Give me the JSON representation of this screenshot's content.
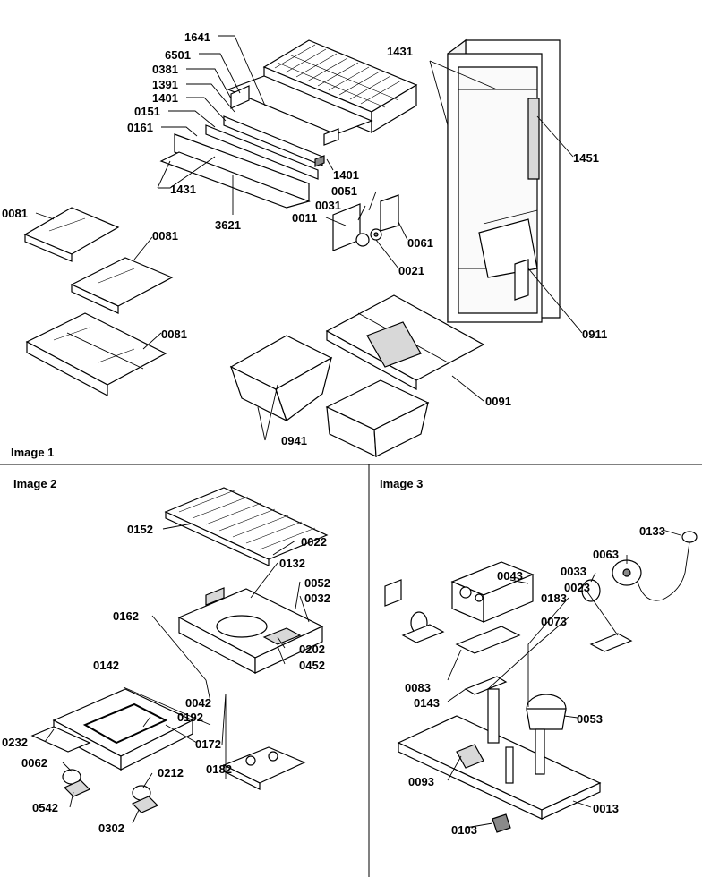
{
  "panels": [
    {
      "id": "image1",
      "title": "Image 1"
    },
    {
      "id": "image2",
      "title": "Image 2"
    },
    {
      "id": "image3",
      "title": "Image 3"
    }
  ],
  "callouts": [
    {
      "id": "c1641",
      "text": "1641"
    },
    {
      "id": "c6501",
      "text": "6501"
    },
    {
      "id": "c0381",
      "text": "0381"
    },
    {
      "id": "c1391",
      "text": "1391"
    },
    {
      "id": "c1401a",
      "text": "1401"
    },
    {
      "id": "c0151",
      "text": "0151"
    },
    {
      "id": "c0161",
      "text": "0161"
    },
    {
      "id": "c1431a",
      "text": "1431"
    },
    {
      "id": "c3621",
      "text": "3621"
    },
    {
      "id": "c1401b",
      "text": "1401"
    },
    {
      "id": "c0051",
      "text": "0051"
    },
    {
      "id": "c0031",
      "text": "0031"
    },
    {
      "id": "c0011",
      "text": "0011"
    },
    {
      "id": "c0061",
      "text": "0061"
    },
    {
      "id": "c0021",
      "text": "0021"
    },
    {
      "id": "c1431b",
      "text": "1431"
    },
    {
      "id": "c1451",
      "text": "1451"
    },
    {
      "id": "c0911",
      "text": "0911"
    },
    {
      "id": "c0081a",
      "text": "0081"
    },
    {
      "id": "c0081b",
      "text": "0081"
    },
    {
      "id": "c0081c",
      "text": "0081"
    },
    {
      "id": "c0091",
      "text": "0091"
    },
    {
      "id": "c0941",
      "text": "0941"
    },
    {
      "id": "c0152",
      "text": "0152"
    },
    {
      "id": "c0022",
      "text": "0022"
    },
    {
      "id": "c0132",
      "text": "0132"
    },
    {
      "id": "c0052",
      "text": "0052"
    },
    {
      "id": "c0032",
      "text": "0032"
    },
    {
      "id": "c0162",
      "text": "0162"
    },
    {
      "id": "c0142",
      "text": "0142"
    },
    {
      "id": "c0202",
      "text": "0202"
    },
    {
      "id": "c0452",
      "text": "0452"
    },
    {
      "id": "c0042",
      "text": "0042"
    },
    {
      "id": "c0192",
      "text": "0192"
    },
    {
      "id": "c0232",
      "text": "0232"
    },
    {
      "id": "c0172",
      "text": "0172"
    },
    {
      "id": "c0182",
      "text": "0182"
    },
    {
      "id": "c0062",
      "text": "0062"
    },
    {
      "id": "c0212",
      "text": "0212"
    },
    {
      "id": "c0542",
      "text": "0542"
    },
    {
      "id": "c0302",
      "text": "0302"
    },
    {
      "id": "c0133",
      "text": "0133"
    },
    {
      "id": "c0063",
      "text": "0063"
    },
    {
      "id": "c0043",
      "text": "0043"
    },
    {
      "id": "c0033",
      "text": "0033"
    },
    {
      "id": "c0183",
      "text": "0183"
    },
    {
      "id": "c0023",
      "text": "0023"
    },
    {
      "id": "c0073",
      "text": "0073"
    },
    {
      "id": "c0083",
      "text": "0083"
    },
    {
      "id": "c0143",
      "text": "0143"
    },
    {
      "id": "c0053",
      "text": "0053"
    },
    {
      "id": "c0093",
      "text": "0093"
    },
    {
      "id": "c0013",
      "text": "0013"
    },
    {
      "id": "c0103",
      "text": "0103"
    }
  ]
}
